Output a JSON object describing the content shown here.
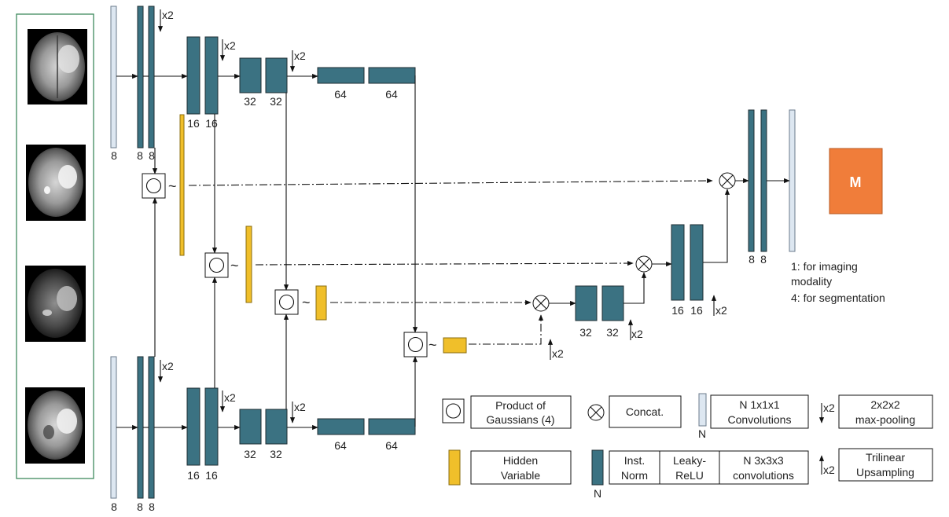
{
  "labels": {
    "c8": "8",
    "c16": "16",
    "c32": "32",
    "c64": "64",
    "x2": "x2",
    "tilde": "~",
    "n": "N",
    "output": "M",
    "note_line1": "1: for imaging",
    "note_line2": "modality",
    "note_line3": "4: for segmentation"
  },
  "legend": {
    "product_line1": "Product of",
    "product_line2": "Gaussians (4)",
    "concat": "Concat.",
    "conv1_line1": "N 1x1x1",
    "conv1_line2": "Convolutions",
    "pool_line1": "2x2x2",
    "pool_line2": "max-pooling",
    "hidden_line1": "Hidden",
    "hidden_line2": "Variable",
    "norm_line1": "Inst.",
    "norm_line2": "Norm",
    "relu_line1": "Leaky-",
    "relu_line2": "ReLU",
    "conv3_line1": "N 3x3x3",
    "conv3_line2": "convolutions",
    "up_line1": "Trilinear",
    "up_line2": "Upsampling"
  },
  "colors": {
    "conv_block": "#3b7282",
    "conv_1x1": "#dde7f1",
    "hidden_variable": "#f0bf2a",
    "output_block": "#f07d3a",
    "input_panel_border": "#3f8a5e"
  },
  "icons": [
    "brain-mri-image",
    "product-of-gaussians-icon",
    "concat-icon",
    "arrow-icon"
  ]
}
